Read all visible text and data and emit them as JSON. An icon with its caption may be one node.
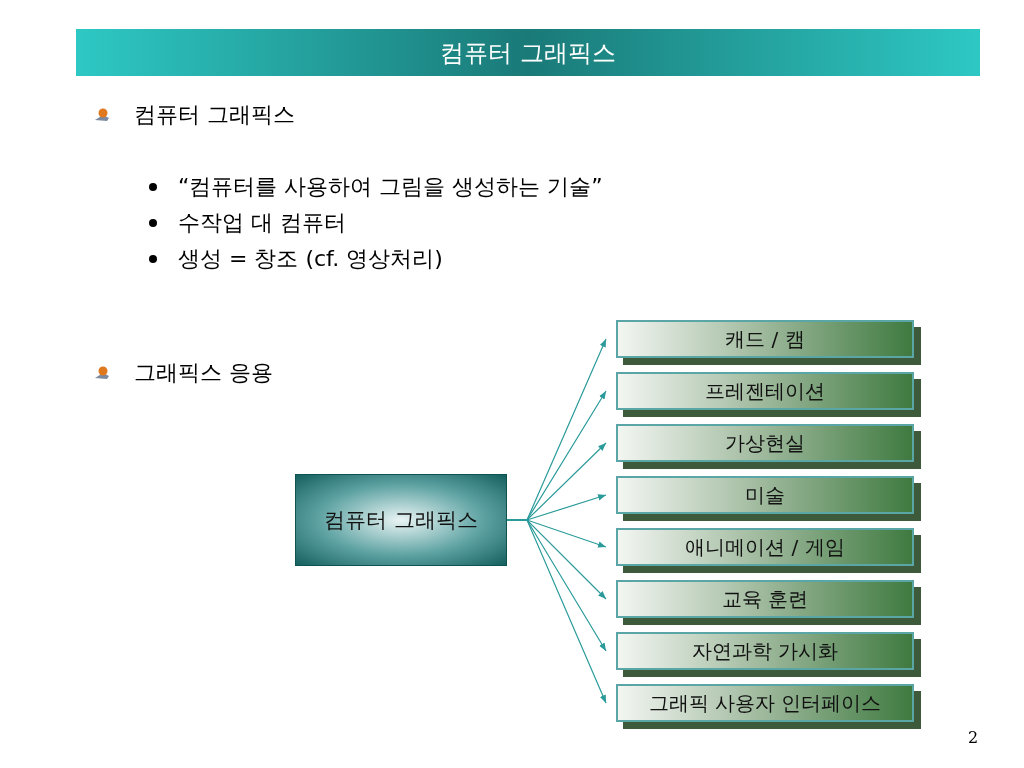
{
  "diagram": {
    "title": "컴퓨터 그래픽스",
    "nodes": [
      {
        "text": [
          "컴퓨터 그래픽스"
        ]
      },
      {
        "text": [
          "캐드 / 캠"
        ]
      },
      {
        "text": [
          "프레젠테이션"
        ]
      },
      {
        "text": [
          "가상현실"
        ]
      },
      {
        "text": [
          "미술"
        ]
      },
      {
        "text": [
          "애니메이션 / 게임"
        ]
      },
      {
        "text": [
          "교육 훈련"
        ]
      },
      {
        "text": [
          "자연과학 가시화"
        ]
      },
      {
        "text": [
          "그래픽 사용자 인터페이스"
        ]
      }
    ],
    "edges": [
      {
        "from": 0,
        "to": 1,
        "arrow": "to"
      },
      {
        "from": 0,
        "to": 2,
        "arrow": "to"
      },
      {
        "from": 0,
        "to": 3,
        "arrow": "to"
      },
      {
        "from": 0,
        "to": 4,
        "arrow": "to"
      },
      {
        "from": 0,
        "to": 5,
        "arrow": "to"
      },
      {
        "from": 0,
        "to": 6,
        "arrow": "to"
      },
      {
        "from": 0,
        "to": 7,
        "arrow": "to"
      },
      {
        "from": 0,
        "to": 8,
        "arrow": "to"
      }
    ],
    "labels": [
      "컴퓨터 그래픽스",
      "“컴퓨터를 사용하여 그림을 생성하는 기술”",
      "수작업 대 컴퓨터",
      "생성 = 창조 (cf. 영상처리)",
      "그래픽스 응용",
      "2"
    ]
  }
}
